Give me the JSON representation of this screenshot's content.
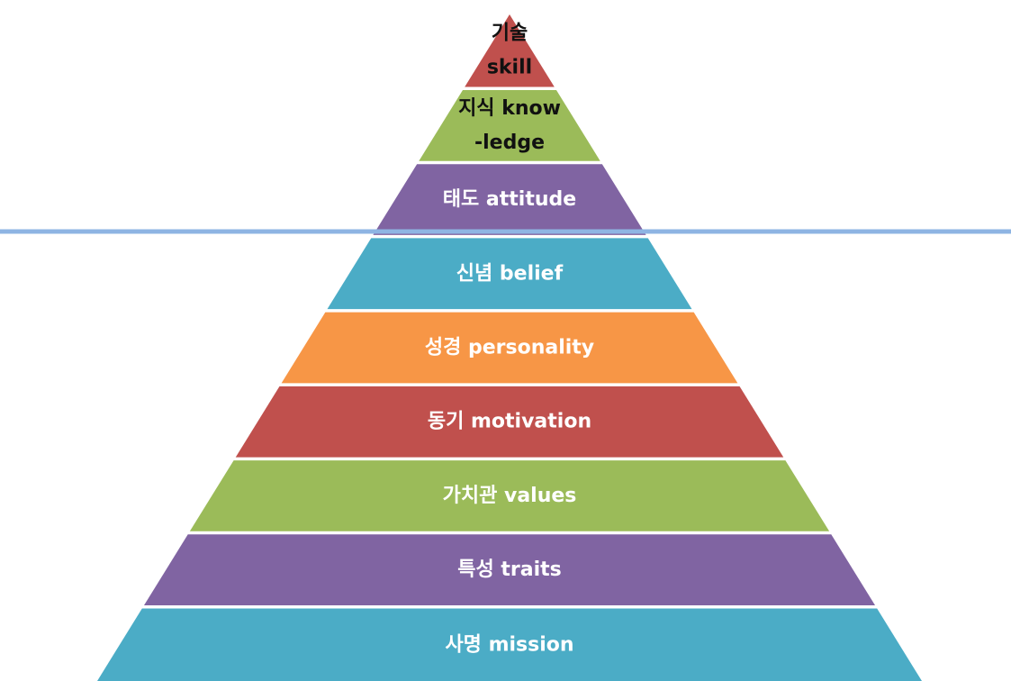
{
  "diagram": {
    "type": "pyramid",
    "divider_color": "#8EB4E3",
    "levels": [
      {
        "lines": [
          "기술",
          "skill"
        ],
        "color": "#C0504D",
        "text_color": "#111111"
      },
      {
        "lines": [
          "지식 know",
          "-ledge"
        ],
        "color": "#9BBB59",
        "text_color": "#111111"
      },
      {
        "lines": [
          "태도 attitude"
        ],
        "color": "#8064A2",
        "text_color": "#FFFFFF"
      },
      {
        "lines": [
          "신념 belief"
        ],
        "color": "#4BACC6",
        "text_color": "#FFFFFF"
      },
      {
        "lines": [
          "성경 personality"
        ],
        "color": "#F79646",
        "text_color": "#FFFFFF"
      },
      {
        "lines": [
          "동기 motivation"
        ],
        "color": "#C0504D",
        "text_color": "#FFFFFF"
      },
      {
        "lines": [
          "가치관 values"
        ],
        "color": "#9BBB59",
        "text_color": "#FFFFFF"
      },
      {
        "lines": [
          "특성 traits"
        ],
        "color": "#8064A2",
        "text_color": "#FFFFFF"
      },
      {
        "lines": [
          "사명 mission"
        ],
        "color": "#4BACC6",
        "text_color": "#FFFFFF"
      }
    ]
  }
}
